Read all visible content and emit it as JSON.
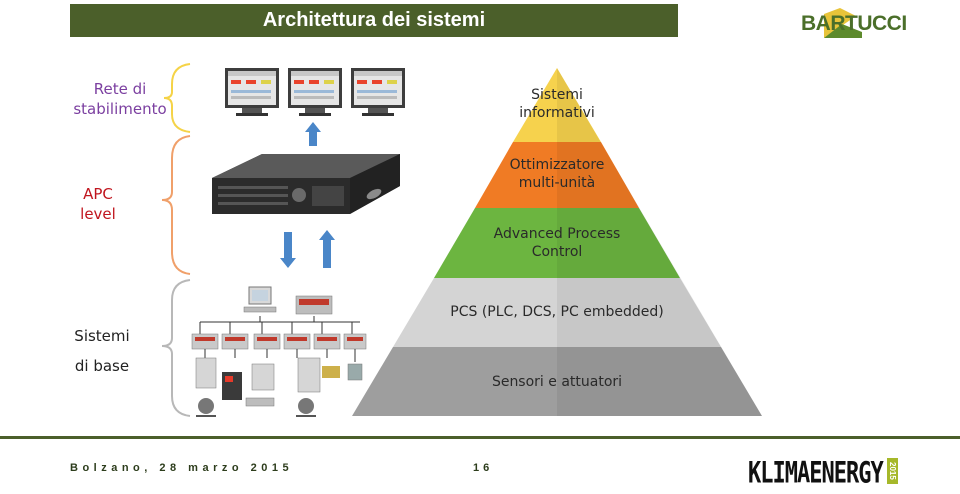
{
  "header": {
    "title": "Architettura dei sistemi",
    "logo_text": "BARTUCCI"
  },
  "side_labels": {
    "rete": "Rete di stabilimento",
    "apc": "APC level",
    "sistemi_1": "Sistemi",
    "sistemi_2": "di base"
  },
  "pyramid": {
    "levels": [
      {
        "label": "Sistemi informativi",
        "color": "#f6d24d"
      },
      {
        "label": "Ottimizzatore multi-unità",
        "color": "#f07b24"
      },
      {
        "label": "Advanced Process Control",
        "color": "#6cb540"
      },
      {
        "label": "PCS (PLC, DCS, PC embedded)",
        "color": "#d4d4d4"
      },
      {
        "label": "Sensori e attuatori",
        "color": "#9e9e9e"
      }
    ]
  },
  "footer": {
    "location": "Bolzano, 28 marzo 2015",
    "page_number": "16",
    "event_logo": "KLIMAENERGY",
    "event_year": "2015"
  },
  "colors": {
    "header_bg": "#4b5f2a",
    "arrow_blue": "#4a86c8",
    "brace_yellow": "#f5d347",
    "brace_orange": "#f0a06a"
  }
}
